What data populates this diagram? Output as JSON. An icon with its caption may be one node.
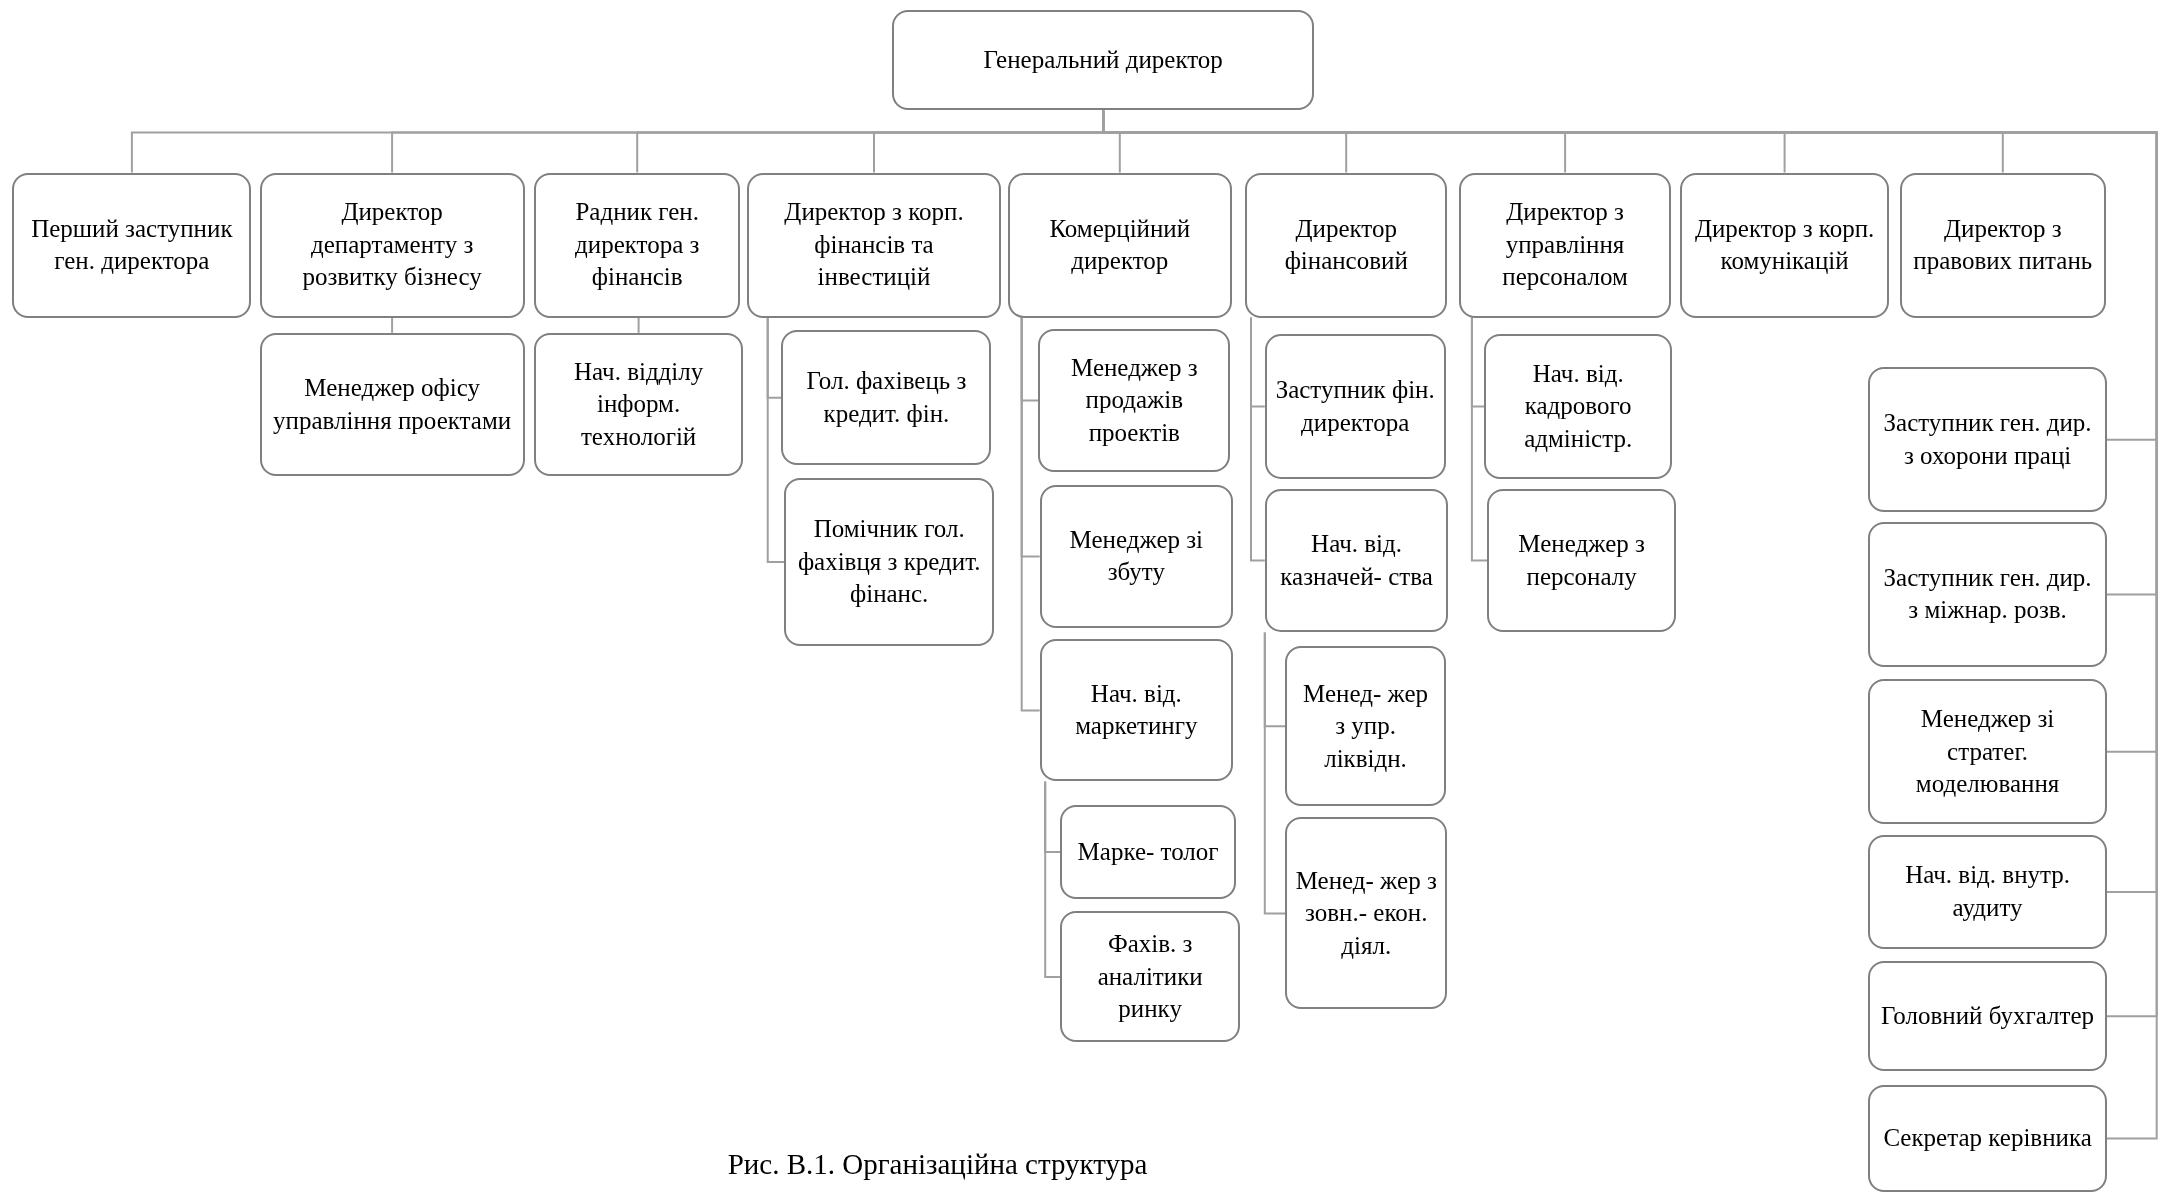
{
  "diagram": {
    "caption": "Рис. В.1. Організаційна структура",
    "nodes": [
      {
        "text": [
          "Генеральний директор"
        ]
      },
      {
        "text": [
          "Перший заступник ген. директора"
        ]
      },
      {
        "text": [
          "Директор департаменту з розвитку бізнесу"
        ]
      },
      {
        "text": [
          "Радник ген. директора з фінансів"
        ]
      },
      {
        "text": [
          "Директор з корп. фінансів та інвестицій"
        ]
      },
      {
        "text": [
          "Комерційний директор"
        ]
      },
      {
        "text": [
          "Директор фінансовий"
        ]
      },
      {
        "text": [
          "Директор з управління персоналом"
        ]
      },
      {
        "text": [
          "Директор з корп. комунікацій"
        ]
      },
      {
        "text": [
          "Директор з правових питань"
        ]
      },
      {
        "text": [
          "Менеджер офісу управління проектами"
        ]
      },
      {
        "text": [
          "Нач. відділу інформ. технологій"
        ]
      },
      {
        "text": [
          "Гол. фахівець з кредит. фін."
        ]
      },
      {
        "text": [
          "Помічник гол. фахівця з кредит. фінанс."
        ]
      },
      {
        "text": [
          "Менеджер з продажів проектів"
        ]
      },
      {
        "text": [
          "Менеджер зі збуту"
        ]
      },
      {
        "text": [
          "Нач. від. маркетингу"
        ]
      },
      {
        "text": [
          "Марке- толог"
        ]
      },
      {
        "text": [
          "Фахів. з аналітики ринку"
        ]
      },
      {
        "text": [
          "Заступник фін. директора"
        ]
      },
      {
        "text": [
          "Нач. від. казначей- ства"
        ]
      },
      {
        "text": [
          "Менед- жер з упр. ліквідн."
        ]
      },
      {
        "text": [
          "Менед- жер з зовн.- екон. діял."
        ]
      },
      {
        "text": [
          "Нач. від. кадрового адміністр."
        ]
      },
      {
        "text": [
          "Менеджер з персоналу"
        ]
      },
      {
        "text": [
          "Заступник ген. дир. з охорони праці"
        ]
      },
      {
        "text": [
          "Заступник ген. дир. з міжнар. розв."
        ]
      },
      {
        "text": [
          "Менеджер зі стратег. моделювання"
        ]
      },
      {
        "text": [
          "Нач. від. внутр. аудиту"
        ]
      },
      {
        "text": [
          "Головний бухгалтер"
        ]
      },
      {
        "text": [
          "Секретар керівника"
        ]
      }
    ],
    "edges": [
      {
        "from": 0,
        "to": 1,
        "arrow": "none"
      },
      {
        "from": 0,
        "to": 2,
        "arrow": "none"
      },
      {
        "from": 0,
        "to": 3,
        "arrow": "none"
      },
      {
        "from": 0,
        "to": 4,
        "arrow": "none"
      },
      {
        "from": 0,
        "to": 5,
        "arrow": "none"
      },
      {
        "from": 0,
        "to": 6,
        "arrow": "none"
      },
      {
        "from": 0,
        "to": 7,
        "arrow": "none"
      },
      {
        "from": 0,
        "to": 8,
        "arrow": "none"
      },
      {
        "from": 0,
        "to": 9,
        "arrow": "none"
      },
      {
        "from": 2,
        "to": 10,
        "arrow": "none"
      },
      {
        "from": 3,
        "to": 11,
        "arrow": "none"
      },
      {
        "from": 4,
        "to": 12,
        "arrow": "none"
      },
      {
        "from": 4,
        "to": 13,
        "arrow": "none"
      },
      {
        "from": 5,
        "to": 14,
        "arrow": "none"
      },
      {
        "from": 5,
        "to": 15,
        "arrow": "none"
      },
      {
        "from": 5,
        "to": 16,
        "arrow": "none"
      },
      {
        "from": 16,
        "to": 17,
        "arrow": "none"
      },
      {
        "from": 16,
        "to": 18,
        "arrow": "none"
      },
      {
        "from": 6,
        "to": 19,
        "arrow": "none"
      },
      {
        "from": 6,
        "to": 20,
        "arrow": "none"
      },
      {
        "from": 20,
        "to": 21,
        "arrow": "none"
      },
      {
        "from": 20,
        "to": 22,
        "arrow": "none"
      },
      {
        "from": 7,
        "to": 23,
        "arrow": "none"
      },
      {
        "from": 7,
        "to": 24,
        "arrow": "none"
      },
      {
        "from": 0,
        "to": 25,
        "arrow": "none"
      },
      {
        "from": 0,
        "to": 26,
        "arrow": "none"
      },
      {
        "from": 0,
        "to": 27,
        "arrow": "none"
      },
      {
        "from": 0,
        "to": 28,
        "arrow": "none"
      },
      {
        "from": 0,
        "to": 29,
        "arrow": "none"
      },
      {
        "from": 0,
        "to": 30,
        "arrow": "none"
      }
    ]
  }
}
